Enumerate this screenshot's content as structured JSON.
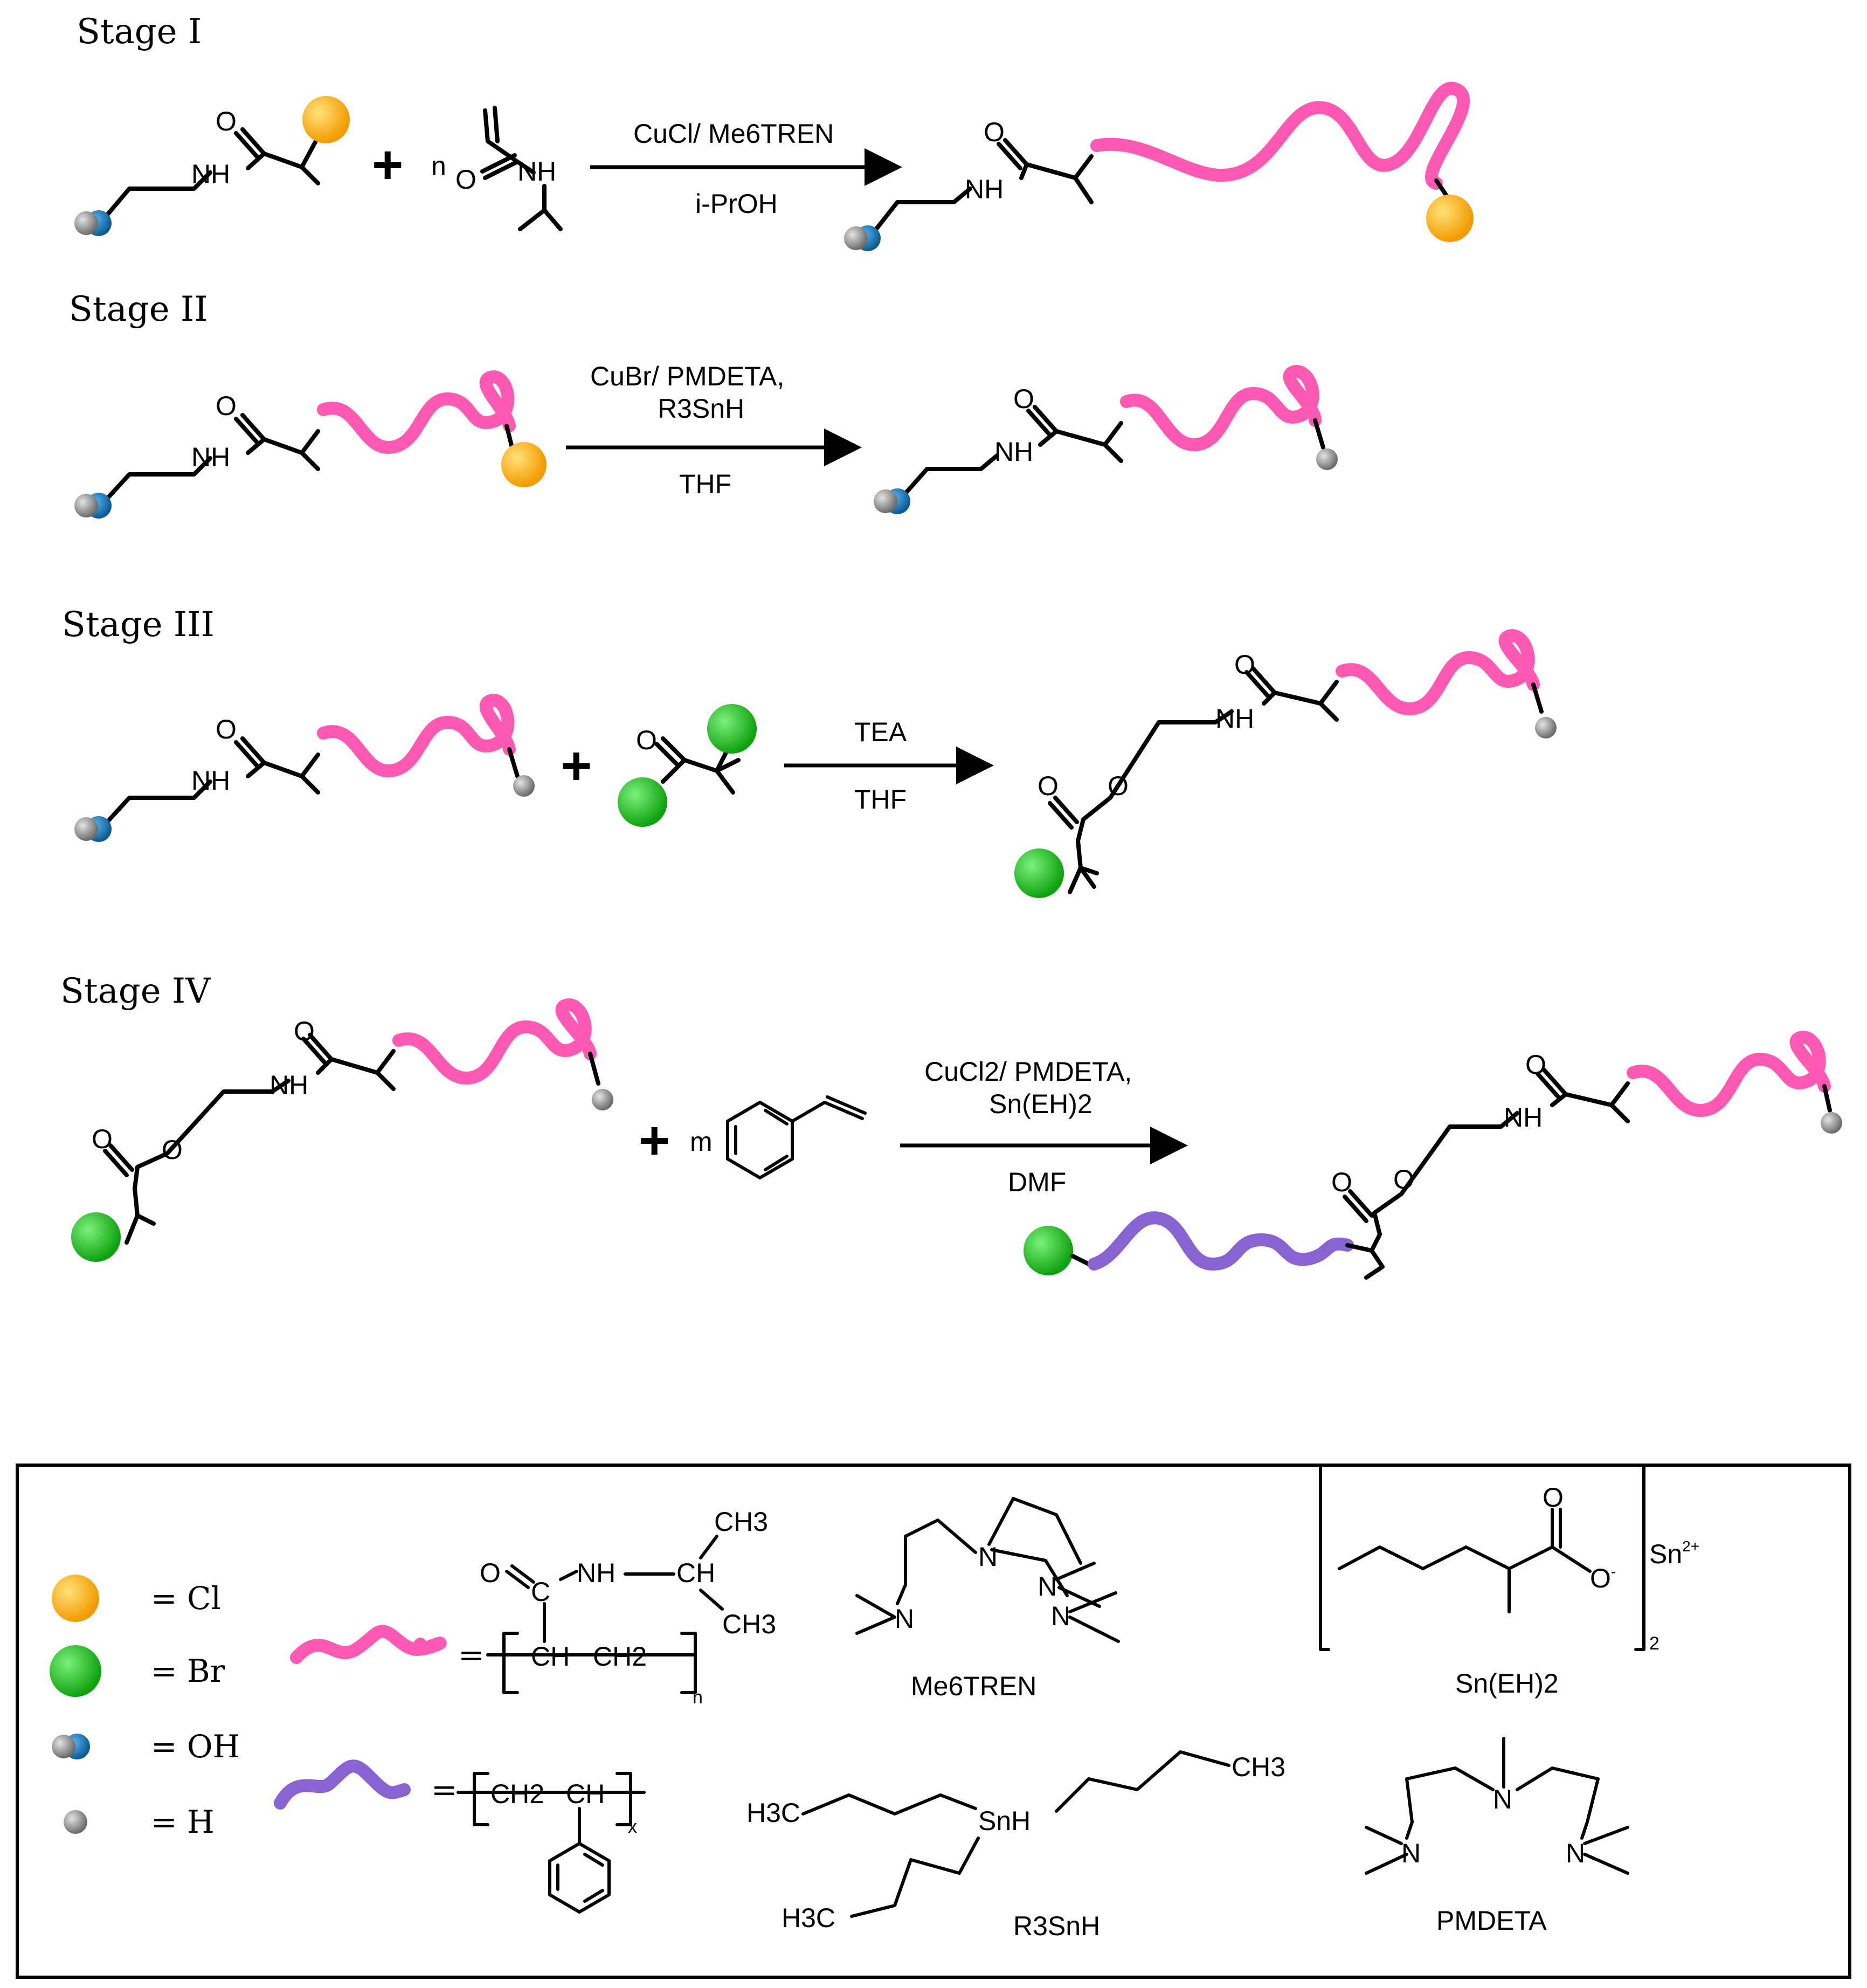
{
  "stages": [
    {
      "title": "Stage I",
      "conditions_top": "CuCl/ Me6TREN",
      "conditions_bottom": "i-PrOH",
      "repeat": "n"
    },
    {
      "title": "Stage II",
      "conditions_top": "CuBr/ PMDETA,",
      "conditions_mid": "R3SnH",
      "conditions_bottom": "THF"
    },
    {
      "title": "Stage III",
      "conditions_top": "TEA",
      "conditions_bottom": "THF"
    },
    {
      "title": "Stage IV",
      "conditions_top": "CuCl2/ PMDETA,",
      "conditions_mid": "Sn(EH)2",
      "conditions_bottom": "DMF",
      "repeat": "m"
    }
  ],
  "atoms": {
    "O": "O",
    "NH": "NH",
    "N": "N",
    "H3C": "H3C",
    "CH3": "CH3",
    "CH": "CH",
    "CH2": "CH2"
  },
  "legend": {
    "cl": "= Cl",
    "br": "= Br",
    "oh": "= OH",
    "h": "= H",
    "pnipam_eq": "=",
    "ps_eq": "=",
    "n": "n",
    "x": "x",
    "me6tren": "Me6TREN",
    "snEH2": "Sn(EH)2",
    "sn2plus": "Sn2+",
    "subscript2": "2",
    "r3snh": "R3SnH",
    "snH": "SnH",
    "pmdeta": "PMDETA"
  },
  "colors": {
    "cl": "#f7a21b",
    "br": "#1db51d",
    "oh_blue": "#1a77b8",
    "h_grey": "#8c8c8c",
    "pnipam": "#ff59b4",
    "polystyrene": "#8a63d2"
  }
}
